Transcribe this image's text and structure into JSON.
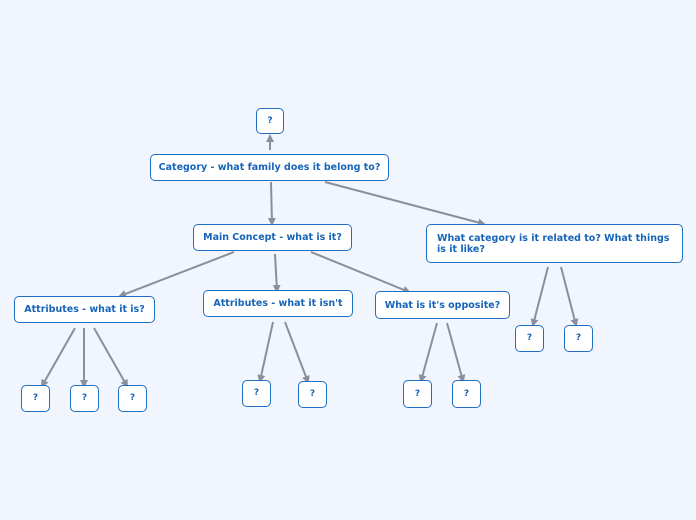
{
  "colors": {
    "background": "#f1f5fd",
    "node_border": "#1f6fc5",
    "node_text": "#1664b8",
    "connector": "#8a8f9a"
  },
  "nodes": {
    "top_question": "?",
    "category": "Category - what family does it belong to?",
    "main_concept": "Main Concept - what is it?",
    "related_category": "What category is it related to?  What things is it like?",
    "attributes_is": "Attributes - what it is?",
    "attributes_isnt": "Attributes - what it isn't",
    "opposite": "What is it's opposite?",
    "is_q1": "?",
    "is_q2": "?",
    "is_q3": "?",
    "isnt_q1": "?",
    "isnt_q2": "?",
    "opp_q1": "?",
    "opp_q2": "?",
    "rel_q1": "?",
    "rel_q2": "?"
  }
}
